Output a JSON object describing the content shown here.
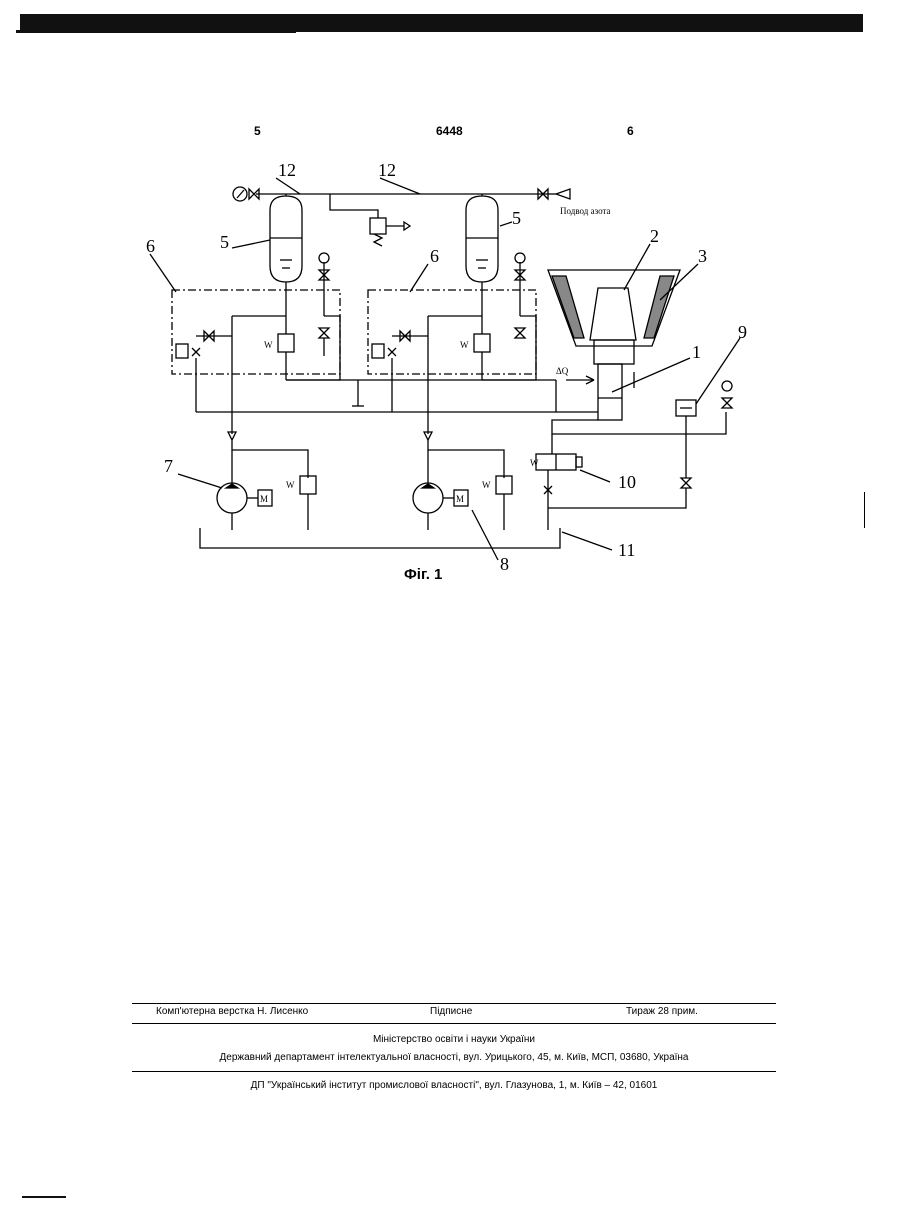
{
  "header": {
    "page_left": "5",
    "doc_number": "6448",
    "page_right": "6"
  },
  "figure": {
    "caption": "Фіг. 1",
    "labels": {
      "l12a": "12",
      "l12b": "12",
      "l5a": "5",
      "l5b": "5",
      "l6a": "6",
      "l6b": "6",
      "l2": "2",
      "l3": "3",
      "l1": "1",
      "l9": "9",
      "l7": "7",
      "l10": "10",
      "l11": "11",
      "l8": "8",
      "nitrogen": "Подвод азота",
      "w_marks": "W",
      "motor": "M",
      "delta": "ΔQ"
    }
  },
  "footer": {
    "layout_credit": "Комп'ютерна верстка Н. Лисенко",
    "signed": "Підписне",
    "circulation": "Тираж 28 прим.",
    "ministry": "Міністерство освіти і науки України",
    "department": "Державний департамент інтелектуальної власності, вул. Урицького, 45, м. Київ, МСП, 03680, Україна",
    "institute": "ДП \"Український інститут промислової власності\", вул. Глазунова, 1, м. Київ – 42, 01601"
  }
}
